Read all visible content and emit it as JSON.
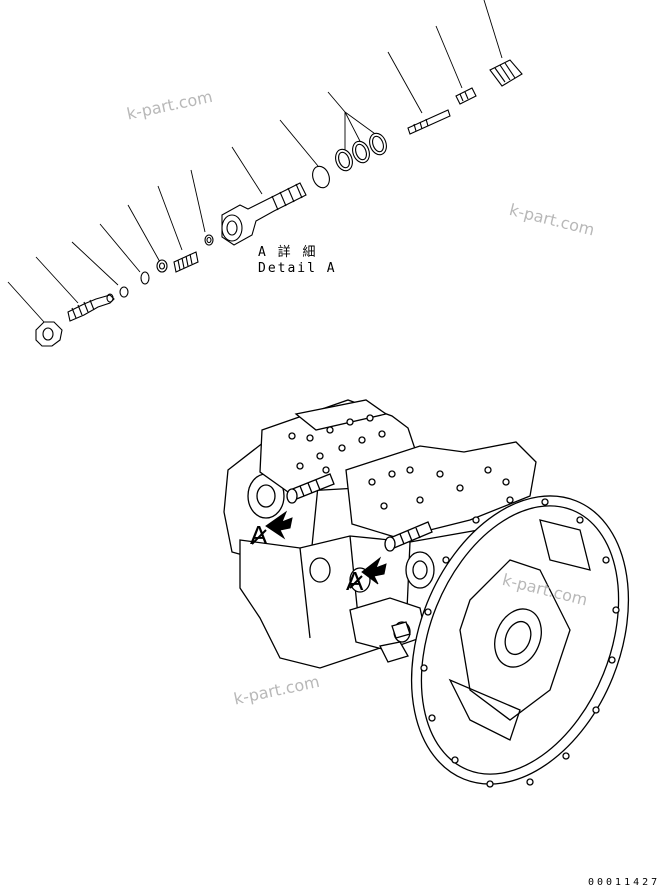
{
  "detail": {
    "label_jp": "A 詳 細",
    "label_en": "Detail A"
  },
  "callouts": {
    "left": "A",
    "right": "A"
  },
  "watermarks": [
    "k-part.com",
    "k-part.com",
    "k-part.com",
    "k-part.com"
  ],
  "drawing_number": "00011427"
}
